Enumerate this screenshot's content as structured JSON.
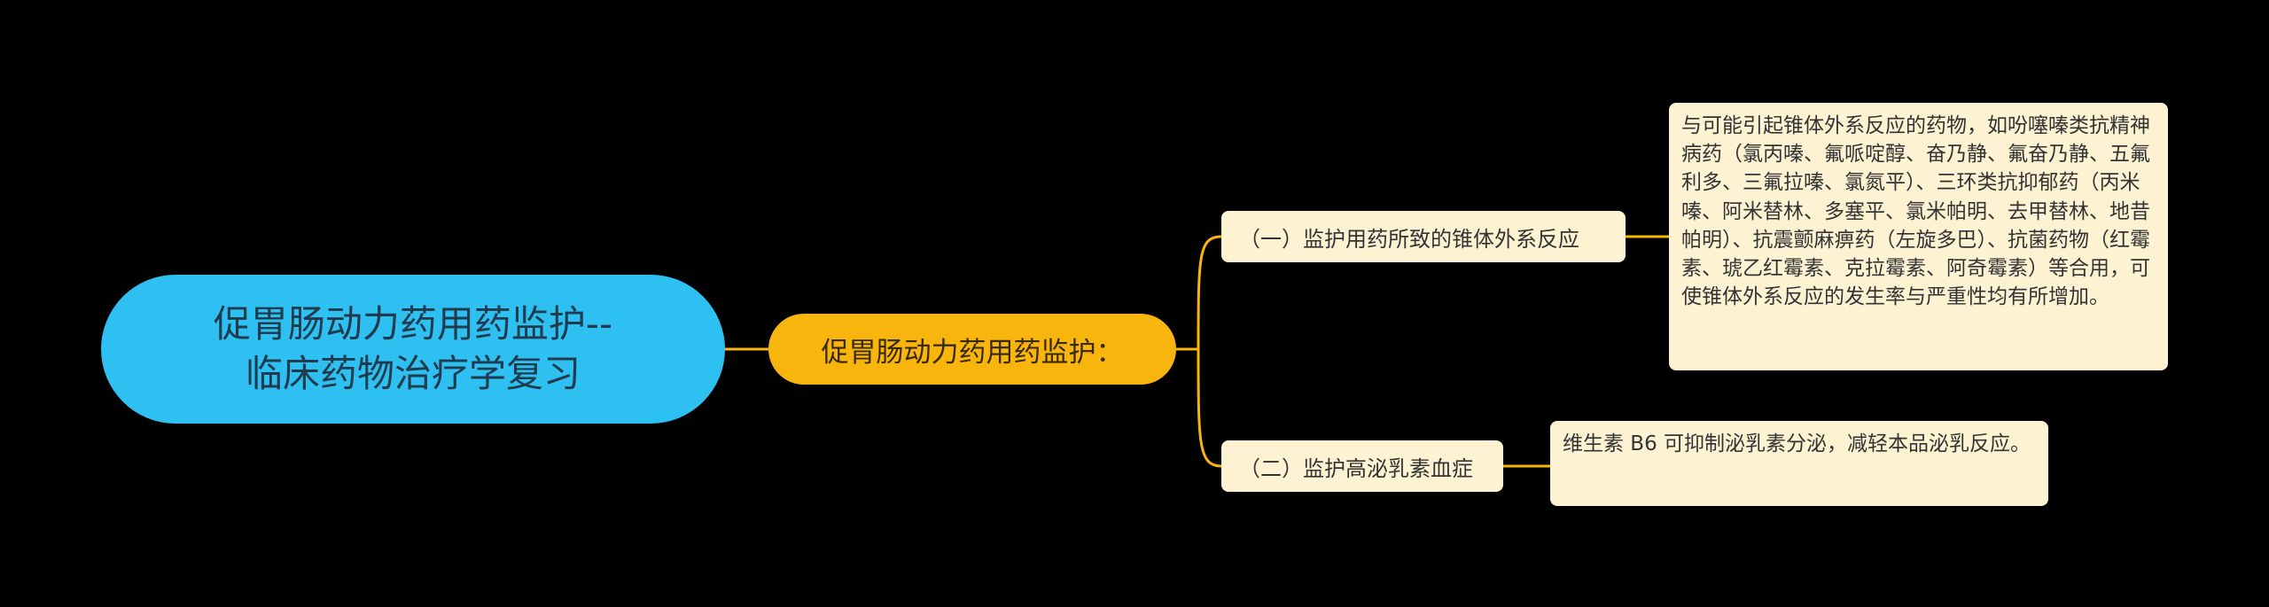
{
  "colors": {
    "background": "#000000",
    "root": "#2FC0F2",
    "sub": "#F8B50E",
    "leaf": "#FDF3D3",
    "line": "#F8B50E"
  },
  "root": {
    "line1": "促胃肠动力药用药监护--",
    "line2": "临床药物治疗学复习"
  },
  "sub": {
    "label": "促胃肠动力药用药监护："
  },
  "branches": [
    {
      "label": "（一）监护用药所致的锥体外系反应",
      "detail": "与可能引起锥体外系反应的药物，如吩噻嗪类抗精神病药（氯丙嗪、氟哌啶醇、奋乃静、氟奋乃静、五氟利多、三氟拉嗪、氯氮平）、三环类抗抑郁药（丙米嗪、阿米替林、多塞平、氯米帕明、去甲替林、地昔帕明）、抗震颤麻痹药（左旋多巴）、抗菌药物（红霉素、琥乙红霉素、克拉霉素、阿奇霉素）等合用，可使锥体外系反应的发生率与严重性均有所增加。"
    },
    {
      "label": "（二）监护高泌乳素血症",
      "detail": "维生素 B6 可抑制泌乳素分泌，减轻本品泌乳反应。"
    }
  ]
}
